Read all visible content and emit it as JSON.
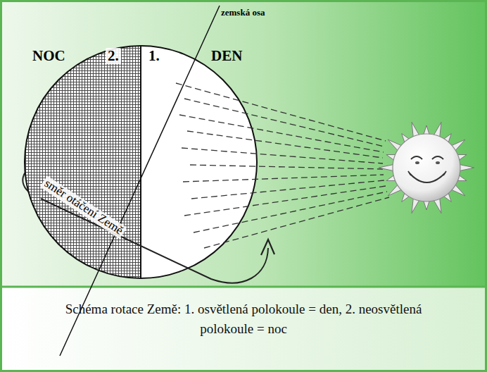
{
  "diagram": {
    "caption": "Schéma rotace Země: 1. osvětlená polokoule = den, 2. neosvětlená polokoule = noc",
    "labels": [
      "zemská osa",
      "NOC",
      "2.",
      "1.",
      "DEN",
      "směr otáčení Země"
    ]
  }
}
